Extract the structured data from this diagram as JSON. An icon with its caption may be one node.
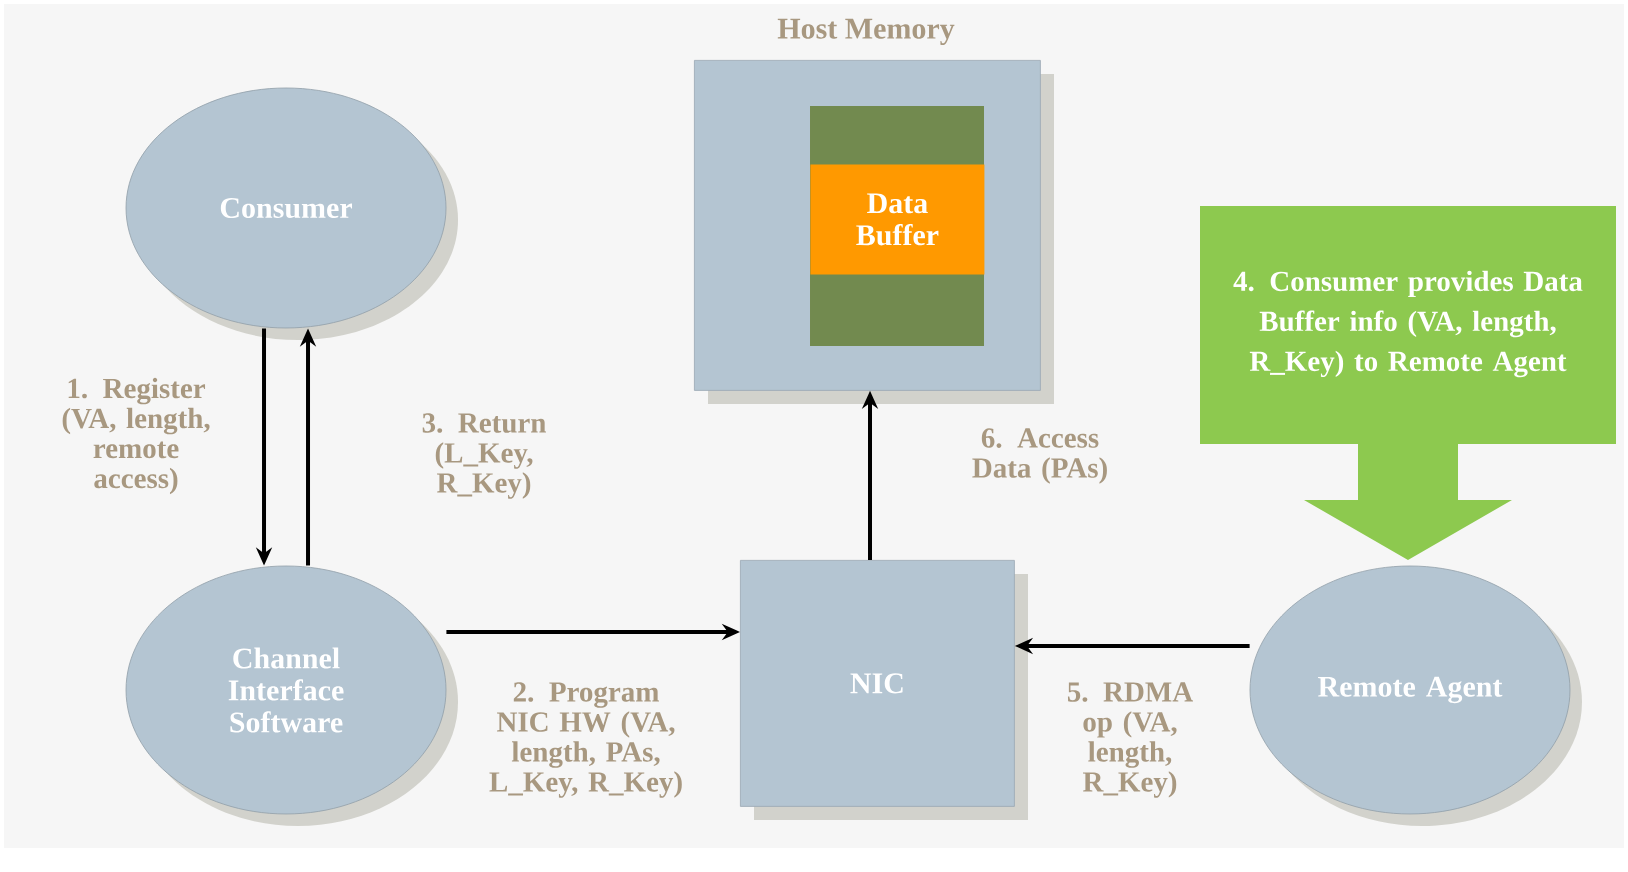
{
  "diagram": {
    "nodes": [
      {
        "text": [
          "Consumer"
        ]
      },
      {
        "text": [
          "Host Memory"
        ]
      },
      {
        "text": [
          "Data Buffer"
        ],
        "in": 1
      },
      {
        "text": [
          "4. Consumer provides Data Buffer info (VA, length, R_Key) to Remote Agent"
        ]
      },
      {
        "text": [
          "Channel Interface Software"
        ]
      },
      {
        "text": [
          "NIC"
        ]
      },
      {
        "text": [
          "Remote Agent"
        ]
      }
    ],
    "edges": [
      {
        "from": 0,
        "to": 4,
        "arrow": "to",
        "label": "1. Register (VA, length, remote access)"
      },
      {
        "from": 4,
        "to": 0,
        "arrow": "to",
        "label": "3. Return (L_Key, R_Key)"
      },
      {
        "from": 4,
        "to": 5,
        "arrow": "to",
        "label": "2. Program NIC HW (VA, length, PAs, L_Key, R_Key)"
      },
      {
        "from": 6,
        "to": 5,
        "arrow": "to",
        "label": "5. RDMA op (VA, length, R_Key)"
      },
      {
        "from": 5,
        "to": 1,
        "arrow": "to",
        "label": "6. Access Data (PAs)"
      }
    ]
  }
}
